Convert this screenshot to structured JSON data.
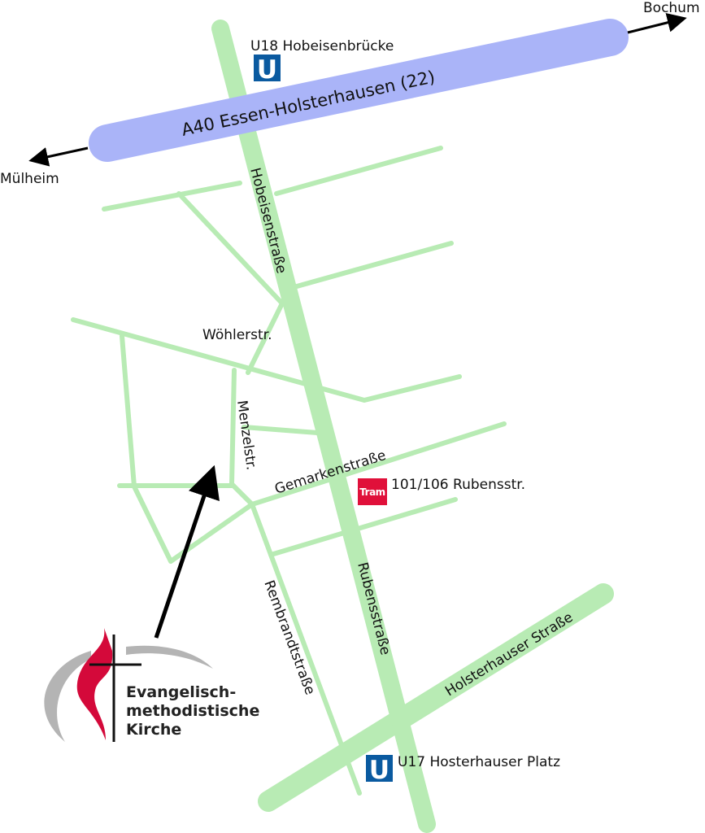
{
  "colors": {
    "street": "#b8ebb4",
    "highway": "#aab4f8",
    "ubahn": "#0a5aa0",
    "tram": "#e0103a",
    "logo_red": "#d4093a",
    "logo_gray": "#b4b4b4"
  },
  "highway": {
    "label": "A40 Essen-Holsterhausen (22)"
  },
  "directions": {
    "east": "Bochum",
    "west": "Mülheim"
  },
  "streets": {
    "main_north": "Hobeisenstraße",
    "main_south": "Rubensstraße",
    "woehler": "Wöhlerstr.",
    "menzel": "Menzelstr.",
    "gemarken": "Gemarkenstraße",
    "rembrandt": "Rembrandtstraße",
    "holsterhauser": "Holsterhauser Straße"
  },
  "stops": {
    "u18": {
      "label": "U18 Hobeisenbrücke",
      "icon_text": "U"
    },
    "tram": {
      "label": "101/106 Rubensstr.",
      "icon_text": "Tram"
    },
    "u17": {
      "label": "U17 Hosterhauser Platz",
      "icon_text": "U"
    }
  },
  "logo": {
    "line1": "Evangelisch-",
    "line2": "methodistische",
    "line3": "Kirche"
  }
}
